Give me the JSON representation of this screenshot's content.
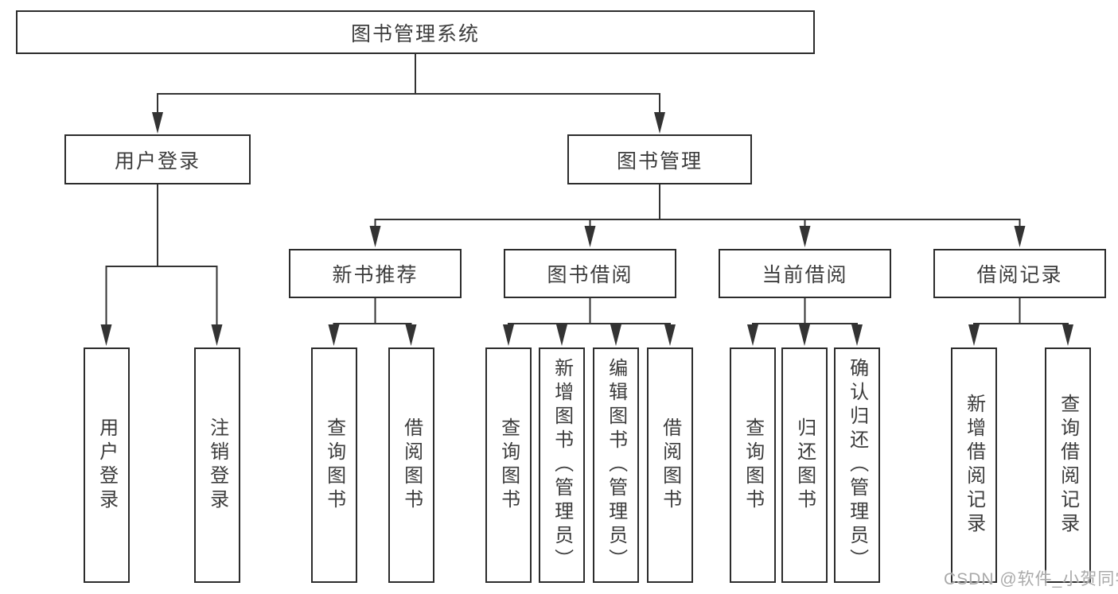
{
  "diagram": {
    "root": {
      "label": "图书管理系统"
    },
    "branches": {
      "user_login": {
        "label": "用户登录"
      },
      "book_mgmt": {
        "label": "图书管理"
      }
    },
    "modules": {
      "new_books": {
        "label": "新书推荐"
      },
      "book_borrow": {
        "label": "图书借阅"
      },
      "current_borrow": {
        "label": "当前借阅"
      },
      "borrow_records": {
        "label": "借阅记录"
      }
    },
    "leaves": {
      "login": {
        "label": "用户登录"
      },
      "logout": {
        "label": "注销登录"
      },
      "nb_query": {
        "label": "查询图书"
      },
      "nb_borrow": {
        "label": "借阅图书"
      },
      "bb_query": {
        "label": "查询图书"
      },
      "bb_add": {
        "label": "新增图书（管理员）"
      },
      "bb_edit": {
        "label": "编辑图书（管理员）"
      },
      "bb_borrow": {
        "label": "借阅图书"
      },
      "cb_query": {
        "label": "查询图书"
      },
      "cb_return": {
        "label": "归还图书"
      },
      "cb_confirm": {
        "label": "确认归还（管理员）"
      },
      "br_add": {
        "label": "新增借阅记录"
      },
      "br_query": {
        "label": "查询借阅记录"
      }
    },
    "watermark": "CSDN @软件_小贺同学",
    "colors": {
      "line": "#333333",
      "border": "#2c2c2c",
      "text": "#3c3c3c",
      "watermark": "#aaaaaa",
      "background": "#ffffff"
    }
  }
}
